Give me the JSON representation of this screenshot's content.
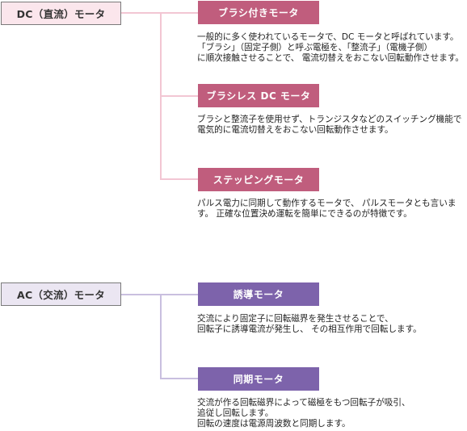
{
  "dc": {
    "title": "DC（直流）モータ",
    "items": [
      {
        "label": "ブラシ付きモータ",
        "desc": [
          "一般的に多く使われているモータで、DC モータと呼ばれています。",
          "「ブラシ」（固定子側）と呼ぶ電極を、「整流子」（電機子側）",
          "に順次接触させることで、 電流切替えをおこない回転動作させます。"
        ]
      },
      {
        "label": "ブラシレス DC モータ",
        "desc": [
          "ブラシと整流子を使用せず、トランジスタなどのスイッチング機能で",
          "電気的に電流切替えをおこない回転動作させます。"
        ]
      },
      {
        "label": "ステッピングモータ",
        "desc": [
          "パルス電力に同期して動作するモータで、 パルスモータとも言いま",
          "す。 正確な位置決め運転を簡単にできるのが特徴です。"
        ]
      }
    ]
  },
  "ac": {
    "title": "AC（交流）モータ",
    "items": [
      {
        "label": "誘導モータ",
        "desc": [
          "交流により固定子に回転磁界を発生させることで、",
          "回転子に誘導電流が発生し、 その相互作用で回転します。"
        ]
      },
      {
        "label": "同期モータ",
        "desc": [
          "交流が作る回転磁界によって磁極をもつ回転子が吸引、",
          "追従し回転します。",
          "回転の速度は電源周波数と同期します。"
        ]
      }
    ]
  },
  "colors": {
    "dc_accent": "#c05d7d",
    "dc_root_bg": "#fbe6ec",
    "ac_accent": "#7d63ab",
    "ac_root_bg": "#ebe6f2"
  }
}
